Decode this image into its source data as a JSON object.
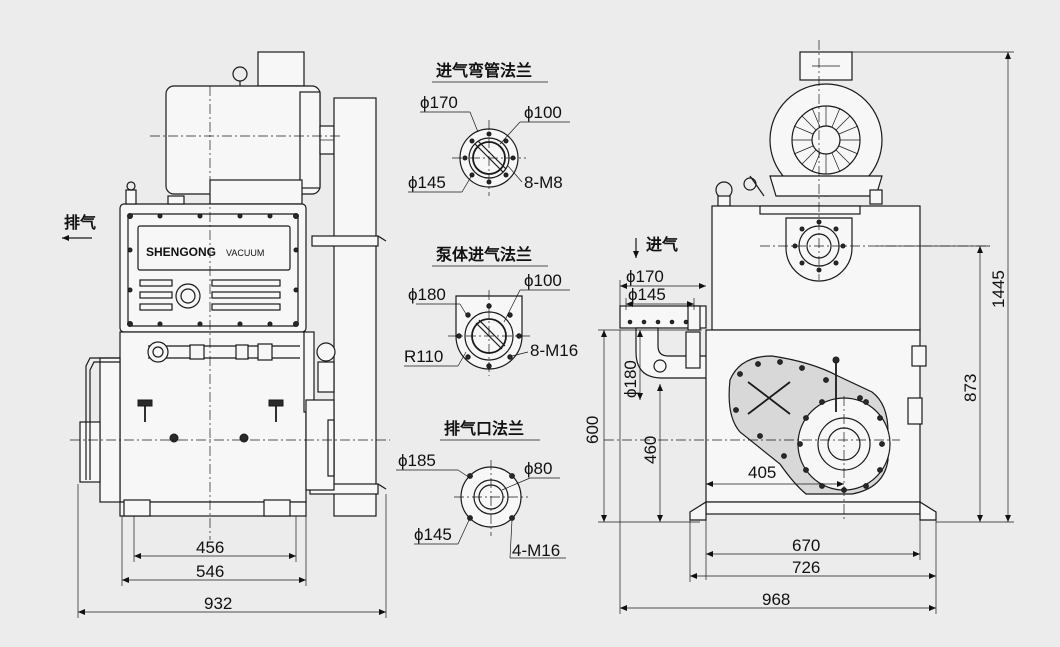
{
  "brand": {
    "name": "SHENGONG",
    "sub": "VACUUM"
  },
  "labels": {
    "exhaust": "排气",
    "intake": "进气"
  },
  "flanges": {
    "elbow": {
      "title": "进气弯管法兰",
      "d_outer": "ϕ170",
      "d_inner": "ϕ100",
      "d_bolt": "ϕ145",
      "bolts": "8-M8"
    },
    "body": {
      "title": "泵体进气法兰",
      "d_outer": "ϕ180",
      "d_inner": "ϕ100",
      "radius": "R110",
      "bolts": "8-M16"
    },
    "exhaust": {
      "title": "排气口法兰",
      "d_outer": "ϕ185",
      "d_inner": "ϕ80",
      "d_bolt": "ϕ145",
      "bolts": "4-M16"
    }
  },
  "dims_left": {
    "w456": "456",
    "w546": "546",
    "w932": "932"
  },
  "dims_right": {
    "d170": "ϕ170",
    "d145": "ϕ145",
    "d180": "ϕ180",
    "h600": "600",
    "h460": "460",
    "w405": "405",
    "w670": "670",
    "w726": "726",
    "w968": "968",
    "h873": "873",
    "h1445": "1445"
  }
}
